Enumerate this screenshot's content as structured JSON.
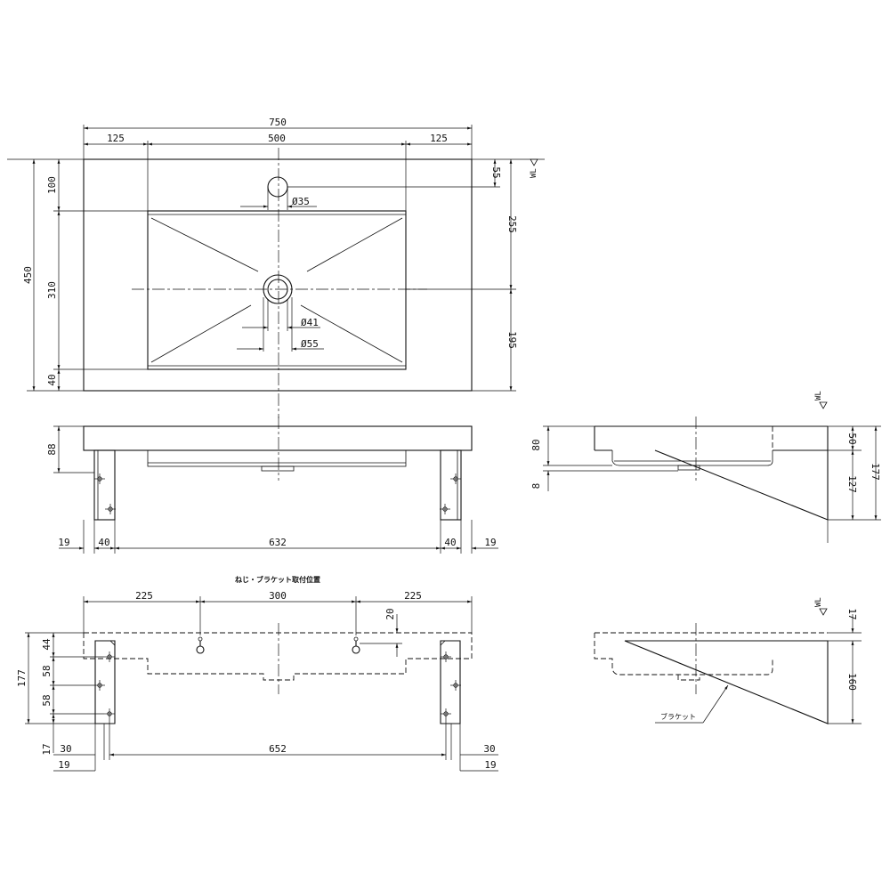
{
  "top_view": {
    "dims": {
      "overall_width": "750",
      "left_margin": "125",
      "bowl_width": "500",
      "right_margin": "125",
      "overall_depth": "450",
      "to_bowl": "100",
      "bowl_depth": "310",
      "bowl_front": "40",
      "faucet_offset": "55",
      "to_drain": "255",
      "drain_to_front": "195",
      "faucet_hole": "Ø35",
      "drain_inner": "Ø41",
      "drain_outer": "Ø55"
    },
    "wl": "WL"
  },
  "front_view": {
    "dims": {
      "height": "88",
      "edge_left": "19",
      "bracket_left": "40",
      "span": "632",
      "bracket_right": "40",
      "edge_right": "19"
    }
  },
  "side_view": {
    "dims": {
      "counter": "80",
      "thick": "8",
      "top": "50",
      "bracket": "127",
      "total": "177"
    },
    "wl": "WL"
  },
  "mount_view": {
    "title": "ねじ・ブラケット取付位置",
    "dims": {
      "left": "225",
      "middle": "300",
      "right": "225",
      "hole_drop": "20",
      "height": "177",
      "h1": "44",
      "h2": "58",
      "h3": "58",
      "h4": "17",
      "edge_left_a": "30",
      "edge_left_b": "19",
      "span": "652",
      "edge_right_a": "30",
      "edge_right_b": "19"
    }
  },
  "bracket_view": {
    "dims": {
      "top": "17",
      "bracket": "160"
    },
    "label": "ブラケット",
    "wl": "WL"
  }
}
